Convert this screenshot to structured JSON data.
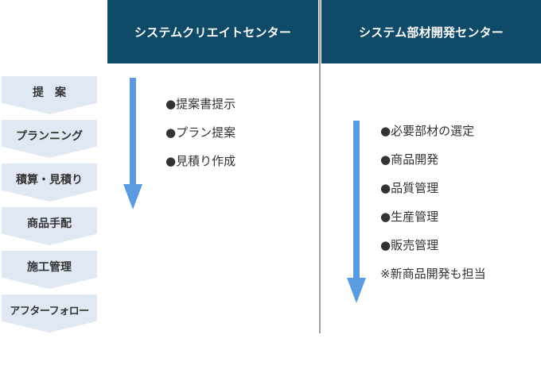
{
  "headers": {
    "left": "システムクリエイトセンター",
    "right": "システム部材開発センター"
  },
  "steps": [
    "提　案",
    "プランニング",
    "積算・見積り",
    "商品手配",
    "施工管理",
    "アフターフォロー"
  ],
  "left_items": [
    "●提案書提示",
    "●プラン提案",
    "●見積り作成"
  ],
  "right_items": [
    "●必要部材の選定",
    "●商品開発",
    "●品質管理",
    "●生産管理",
    "●販売管理"
  ],
  "right_note": "※新商品開発も担当",
  "colors": {
    "header_bg": "#0f4a68",
    "step_bg": "#dfe8f3",
    "arrow": "#5a9be0",
    "divider": "#9aa0a4"
  }
}
